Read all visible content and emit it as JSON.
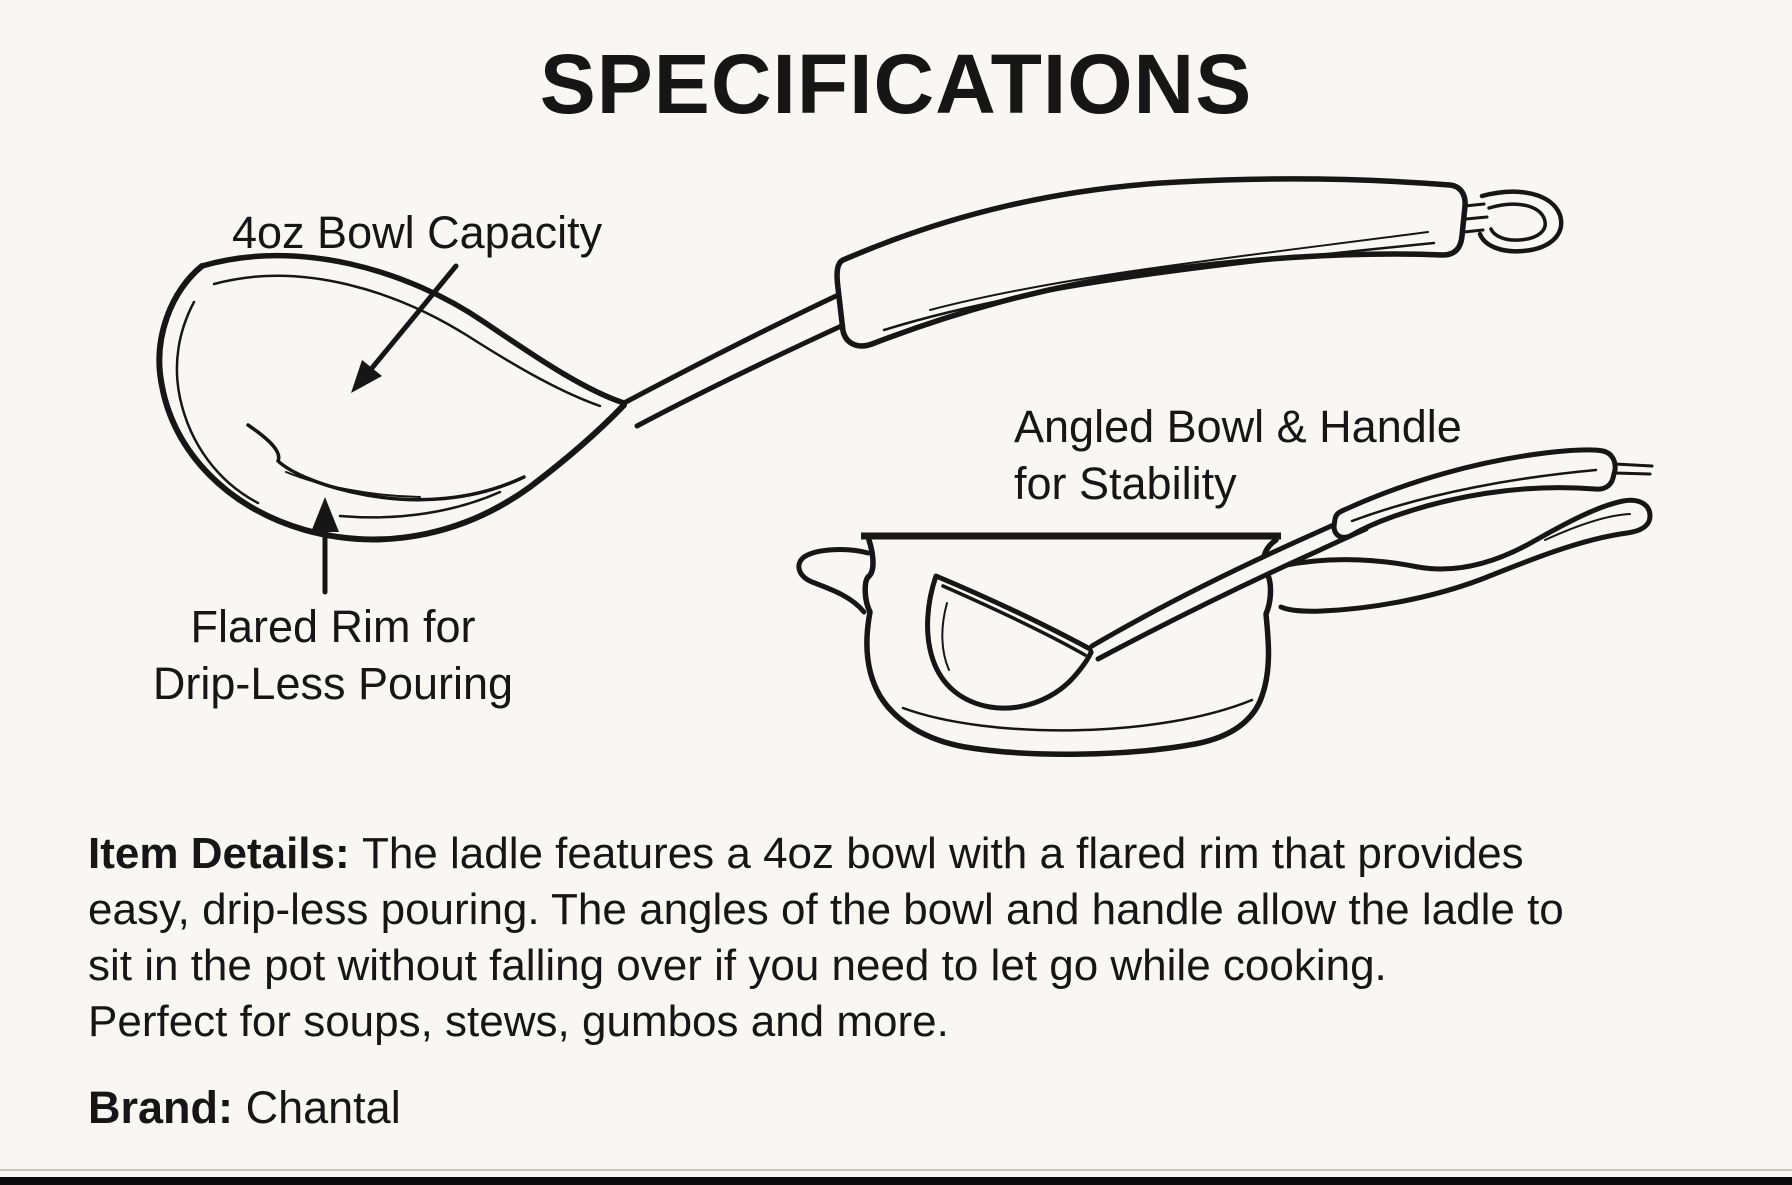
{
  "title": "SPECIFICATIONS",
  "labels": {
    "bowl_capacity": "4oz Bowl Capacity",
    "flared_rim_line1": "Flared Rim for",
    "flared_rim_line2": "Drip-Less Pouring",
    "angled_line1": "Angled Bowl & Handle",
    "angled_line2": "for Stability"
  },
  "details": {
    "label": "Item Details:",
    "line1": "The ladle features a 4oz bowl with a flared rim that provides",
    "line2": "easy, drip-less pouring. The angles of the bowl and handle allow the ladle to",
    "line3": "sit in the pot without falling over if you need to let go while cooking.",
    "line4": "Perfect for soups, stews, gumbos and more."
  },
  "brand": {
    "label": "Brand:",
    "value": "Chantal"
  },
  "colors": {
    "background": "#f8f7f4",
    "ink": "#161616"
  }
}
